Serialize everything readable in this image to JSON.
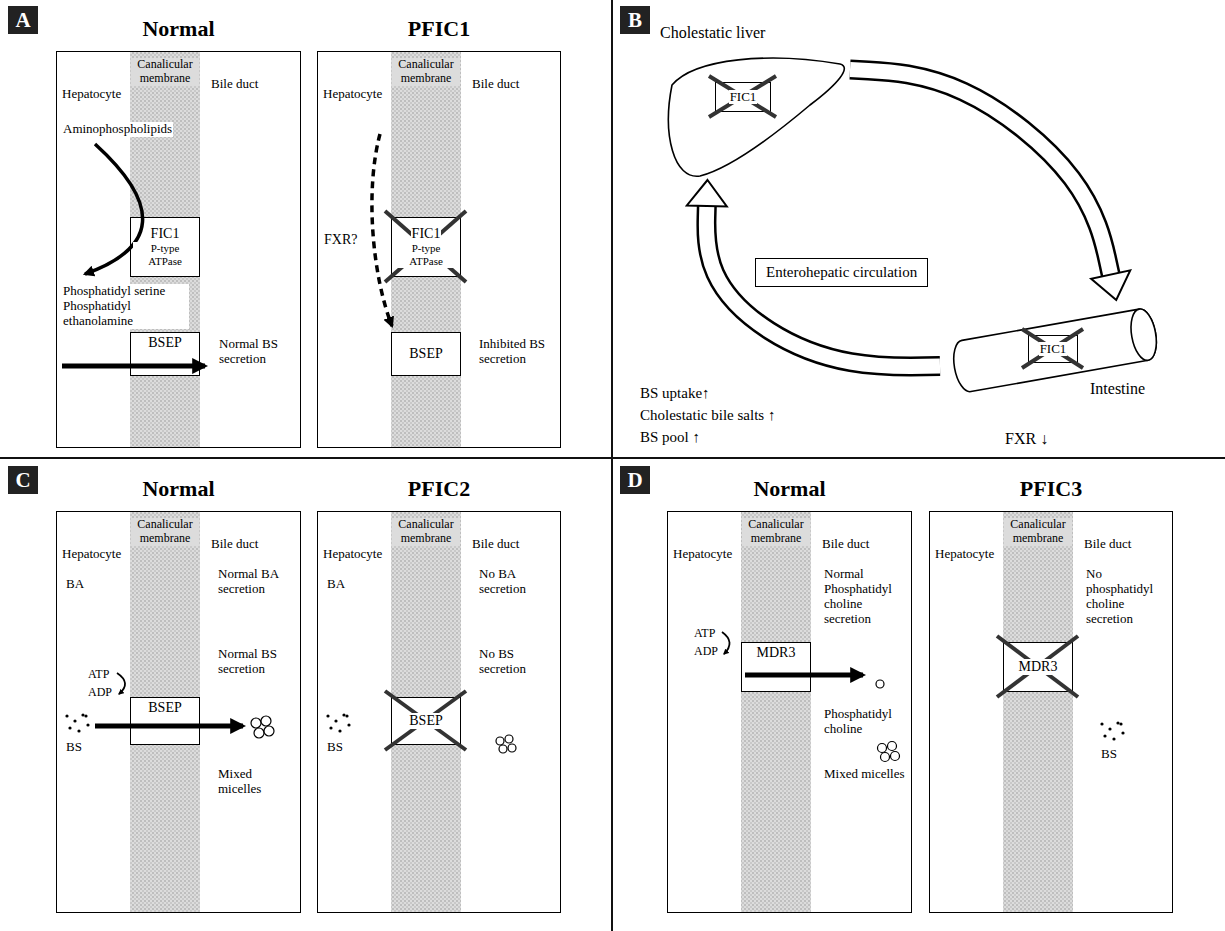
{
  "diagram": {
    "nodes": [
      {
        "text": [
          "A"
        ]
      },
      {
        "text": [
          "Normal",
          "Hepatocyte",
          "Bile duct",
          "Aminophospholipids",
          "Phosphatidyl serine Phosphatidyl ethanolamine",
          "Normal BS secretion"
        ]
      },
      {
        "text": [
          "Canalicular membrane"
        ],
        "in": 1
      },
      {
        "text": [
          "FIC1",
          "P-type ATPase"
        ],
        "in": 2
      },
      {
        "text": [
          "BSEP"
        ],
        "in": 2
      },
      {
        "text": [
          "PFIC1",
          "Hepatocyte",
          "Bile duct",
          "FXR?",
          "Inhibited BS secretion"
        ]
      },
      {
        "text": [
          "Canalicular membrane"
        ],
        "in": 5
      },
      {
        "text": [
          "FIC1",
          "P-type ATPase"
        ],
        "in": 6
      },
      {
        "text": [
          "BSEP"
        ],
        "in": 6
      },
      {
        "text": [
          "B"
        ]
      },
      {
        "text": [
          "Cholestatic liver"
        ]
      },
      {
        "text": [
          "FIC1"
        ],
        "in": 10
      },
      {
        "text": [
          "Enterohepatic circulation"
        ]
      },
      {
        "text": [
          "Intestine"
        ]
      },
      {
        "text": [
          "FIC1"
        ],
        "in": 13
      },
      {
        "text": [
          "C"
        ]
      },
      {
        "text": [
          "Normal",
          "Hepatocyte",
          "Bile duct",
          "BA",
          "Normal BA secretion",
          "Normal BS secretion",
          "ATP",
          "ADP",
          "BS",
          "Mixed micelles"
        ]
      },
      {
        "text": [
          "Canalicular membrane"
        ],
        "in": 16
      },
      {
        "text": [
          "BSEP"
        ],
        "in": 17
      },
      {
        "text": [
          "PFIC2",
          "Hepatocyte",
          "Bile duct",
          "BA",
          "No BA secretion",
          "BS",
          "No BS secretion"
        ]
      },
      {
        "text": [
          "Canalicular membrane"
        ],
        "in": 19
      },
      {
        "text": [
          "BSEP"
        ],
        "in": 20
      },
      {
        "text": [
          "D"
        ]
      },
      {
        "text": [
          "Normal",
          "Hepatocyte",
          "Bile duct",
          "Normal Phosphatidyl choline secretion",
          "ATP",
          "ADP",
          "Phosphatidyl choline",
          "Mixed micelles"
        ]
      },
      {
        "text": [
          "Canalicular membrane"
        ],
        "in": 23
      },
      {
        "text": [
          "MDR3"
        ],
        "in": 24
      },
      {
        "text": [
          "PFIC3",
          "Hepatocyte",
          "Bile duct",
          "No phosphatidyl choline secretion",
          "BS"
        ]
      },
      {
        "text": [
          "Canalicular membrane"
        ],
        "in": 26
      },
      {
        "text": [
          "MDR3"
        ],
        "in": 27
      }
    ],
    "edges": [
      {
        "from": 10,
        "to": 13,
        "arrow": "to"
      },
      {
        "from": 13,
        "to": 10,
        "arrow": "to"
      }
    ],
    "labels": [
      "BS uptake↑",
      "Cholestatic bile salts ↑",
      "BS pool ↑",
      "FXR ↓"
    ]
  }
}
